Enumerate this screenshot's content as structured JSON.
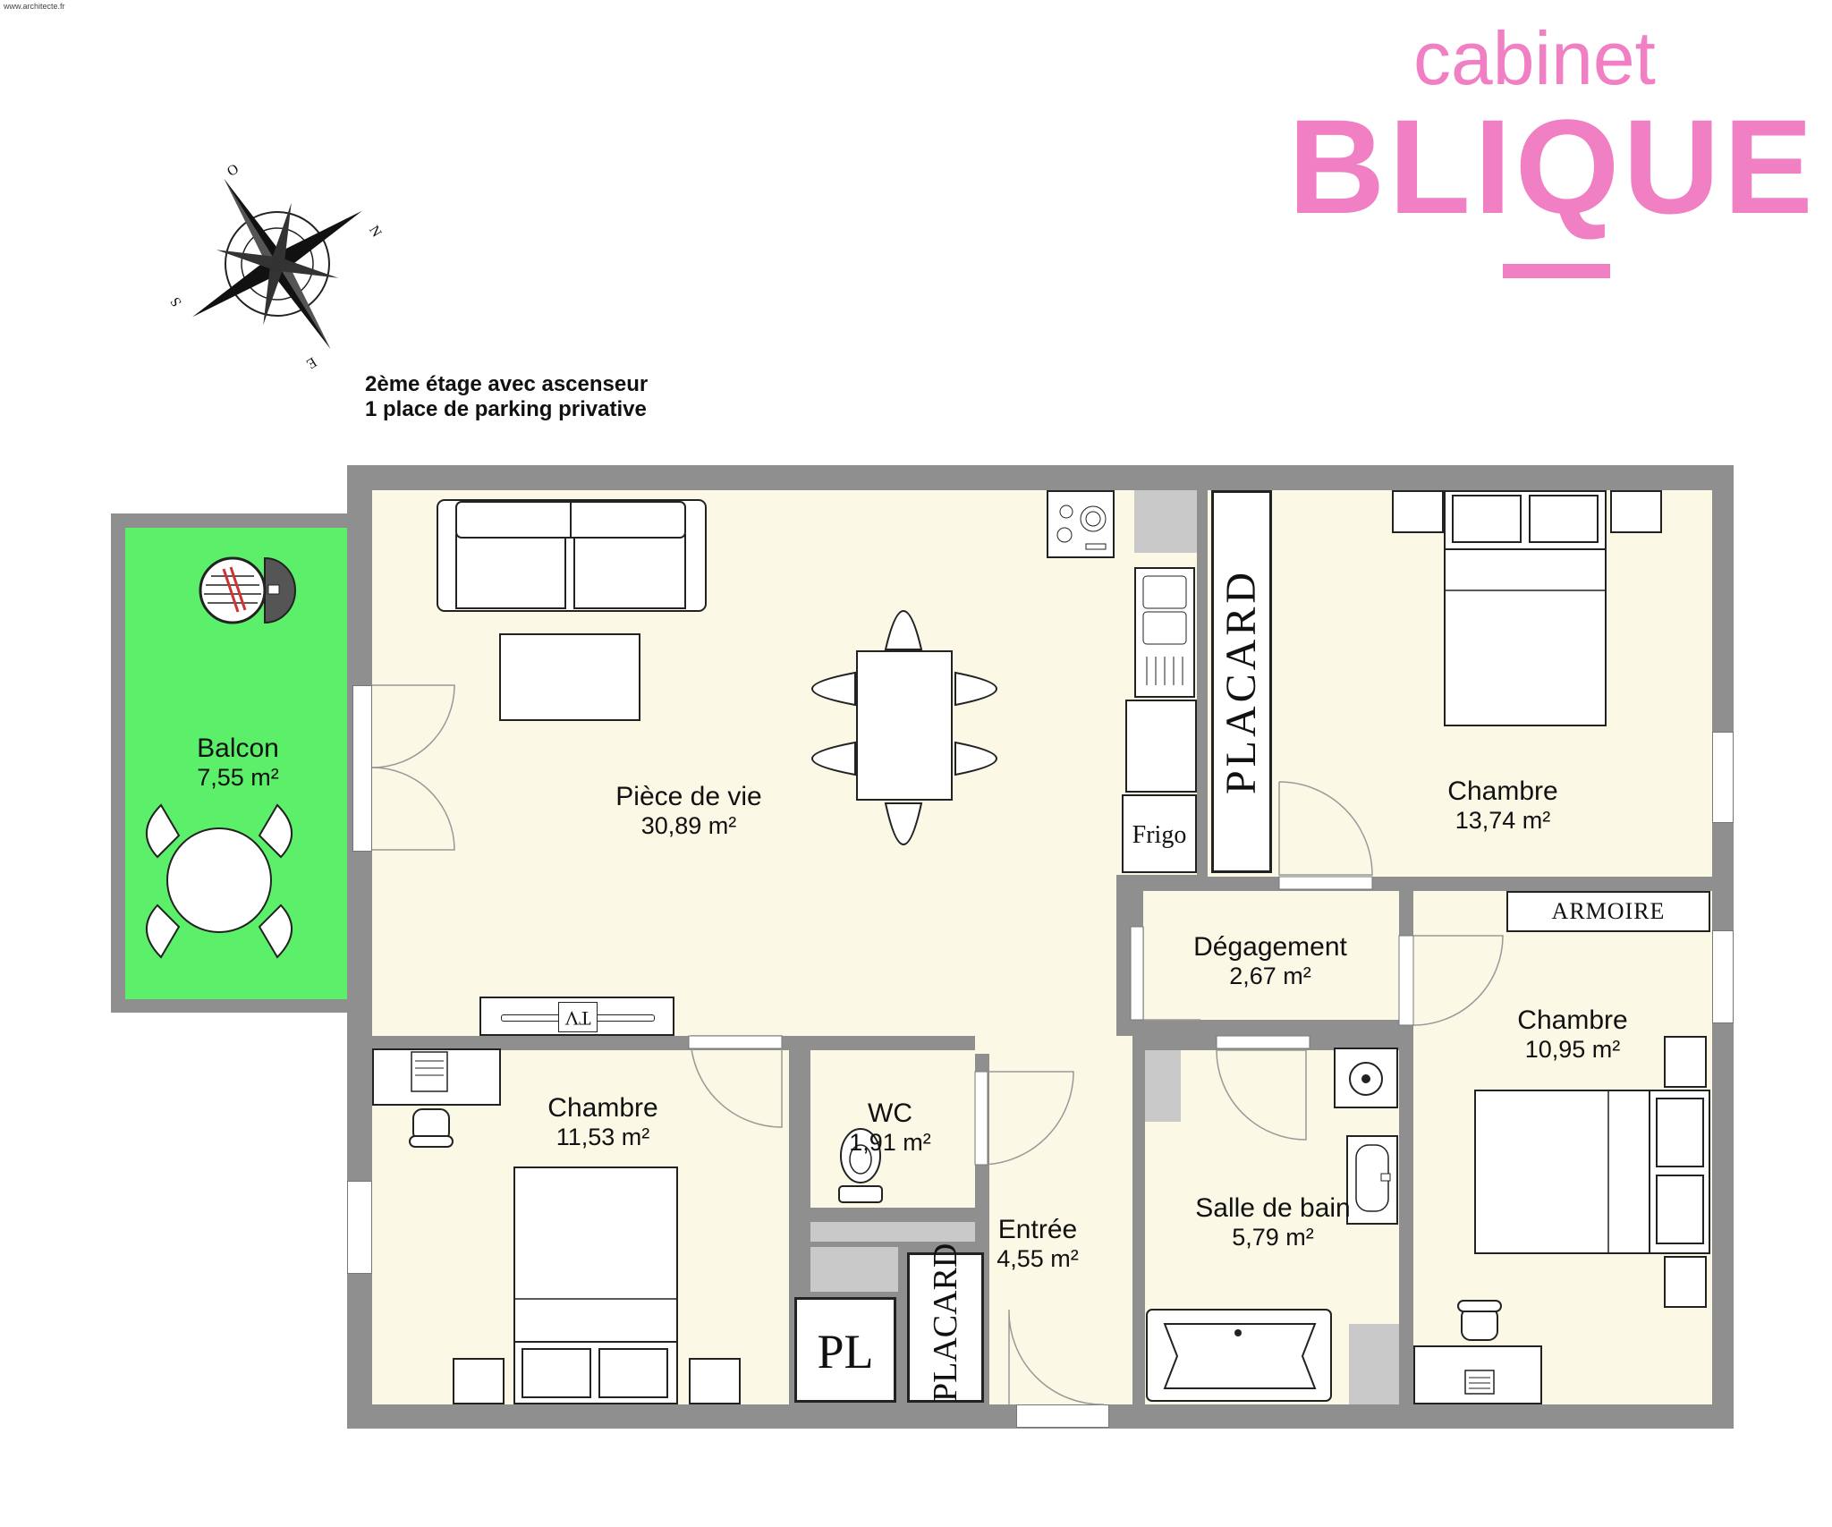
{
  "credit": "www.architecte.fr",
  "brand": {
    "line1": "cabinet",
    "line2": "BLIQUE",
    "color": "#f07fc3"
  },
  "compass": {
    "n": "N",
    "s": "S",
    "e": "E",
    "o": "O"
  },
  "notes": [
    "2ème étage avec ascenseur",
    "1 place de parking privative"
  ],
  "rooms": {
    "balcon": {
      "name": "Balcon",
      "area": "7,55 m²",
      "color": "#5cf06a"
    },
    "piece": {
      "name": "Pièce de vie",
      "area": "30,89 m²"
    },
    "chambre1": {
      "name": "Chambre",
      "area": "13,74 m²"
    },
    "degagement": {
      "name": "Dégagement",
      "area": "2,67 m²"
    },
    "chambre2": {
      "name": "Chambre",
      "area": "10,95 m²"
    },
    "chambre3": {
      "name": "Chambre",
      "area": "11,53 m²"
    },
    "wc": {
      "name": "WC",
      "area": "1,91 m²"
    },
    "entree": {
      "name": "Entrée",
      "area": "4,55 m²"
    },
    "sdb": {
      "name": "Salle de bain",
      "area": "5,79 m²"
    }
  },
  "furniture": {
    "placard_big": "PLACARD",
    "placard_small": "PLACARD",
    "frigo": "Frigo",
    "armoire": "ARMOIRE",
    "pl": "PL",
    "tv": "TV"
  }
}
